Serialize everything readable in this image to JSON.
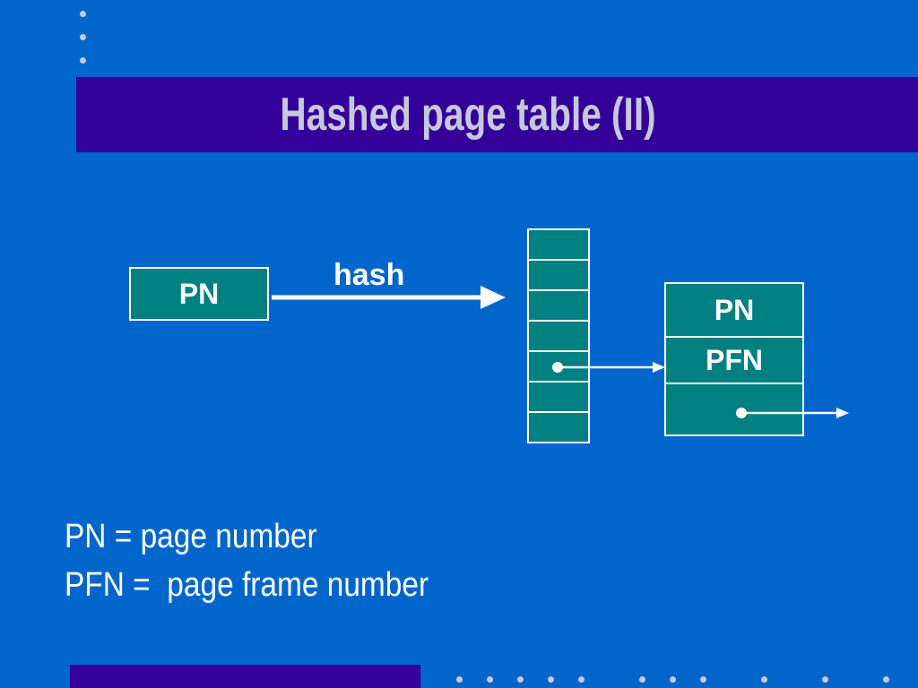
{
  "slide": {
    "title": "Hashed page table (II)"
  },
  "diagram": {
    "input_box_label": "PN",
    "arrow_label": "hash",
    "table_slot_count": 7,
    "pointer_slot_index": 4,
    "entry": {
      "pn_label": "PN",
      "pfn_label": "PFN",
      "next_label": ""
    }
  },
  "legend": {
    "line1": "PN = page number",
    "line2": "PFN =  page frame number"
  },
  "colors": {
    "background": "#0066cc",
    "title_bar": "#330099",
    "cell_fill": "#008080",
    "title_text": "#c8c8dc"
  }
}
